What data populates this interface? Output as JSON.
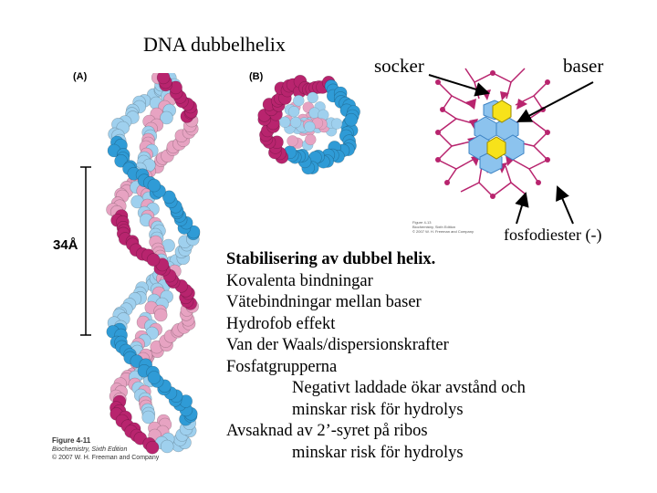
{
  "title": "DNA dubbelhelix",
  "figure": {
    "panel_a": "(A)",
    "panel_b": "(B)",
    "distance": "34Å",
    "caption_title": "Figure 4-11",
    "caption_book": "Biochemistry, Sixth Edition",
    "caption_copyright": "© 2007 W. H. Freeman and Company",
    "small_caption_title": "Figure 4-13",
    "small_caption_book": "Biochemistry, Sixth Edition",
    "small_caption_copyright": "© 2007 W. H. Freeman and Company"
  },
  "labels": {
    "sugar": "socker",
    "bases": "baser",
    "phosphodiester": "fosfodiester (-)"
  },
  "text": {
    "heading": "Stabilisering av dubbel helix.",
    "lines": [
      "Kovalenta bindningar",
      "Vätebindningar mellan baser",
      "Hydrofob effekt",
      "Van der Waals/dispersionskrafter",
      "Fosfatgrupperna",
      "Negativt laddade ökar avstånd och",
      "minskar risk för hydrolys",
      "Avsaknad av 2’-syret på ribos",
      "minskar risk för hydrolys"
    ]
  },
  "colors": {
    "backbone": "#b8246e",
    "backbone_light": "#e7a3c2",
    "bases_blue": "#2f9bd6",
    "bases_light": "#9fd0ee",
    "highlight": "#f7e21a"
  }
}
